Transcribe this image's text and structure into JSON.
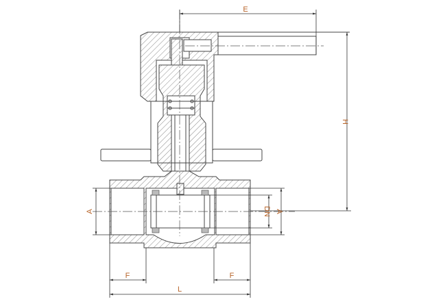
{
  "drawing": {
    "title_hidden": null,
    "dimensions": {
      "E": "E",
      "H": "H",
      "A_left": "A",
      "DN": "DN",
      "A_right": "A",
      "F_left": "F",
      "F_right": "F",
      "L": "L"
    },
    "colors": {
      "label": "#b8652a",
      "line": "#444444"
    }
  }
}
